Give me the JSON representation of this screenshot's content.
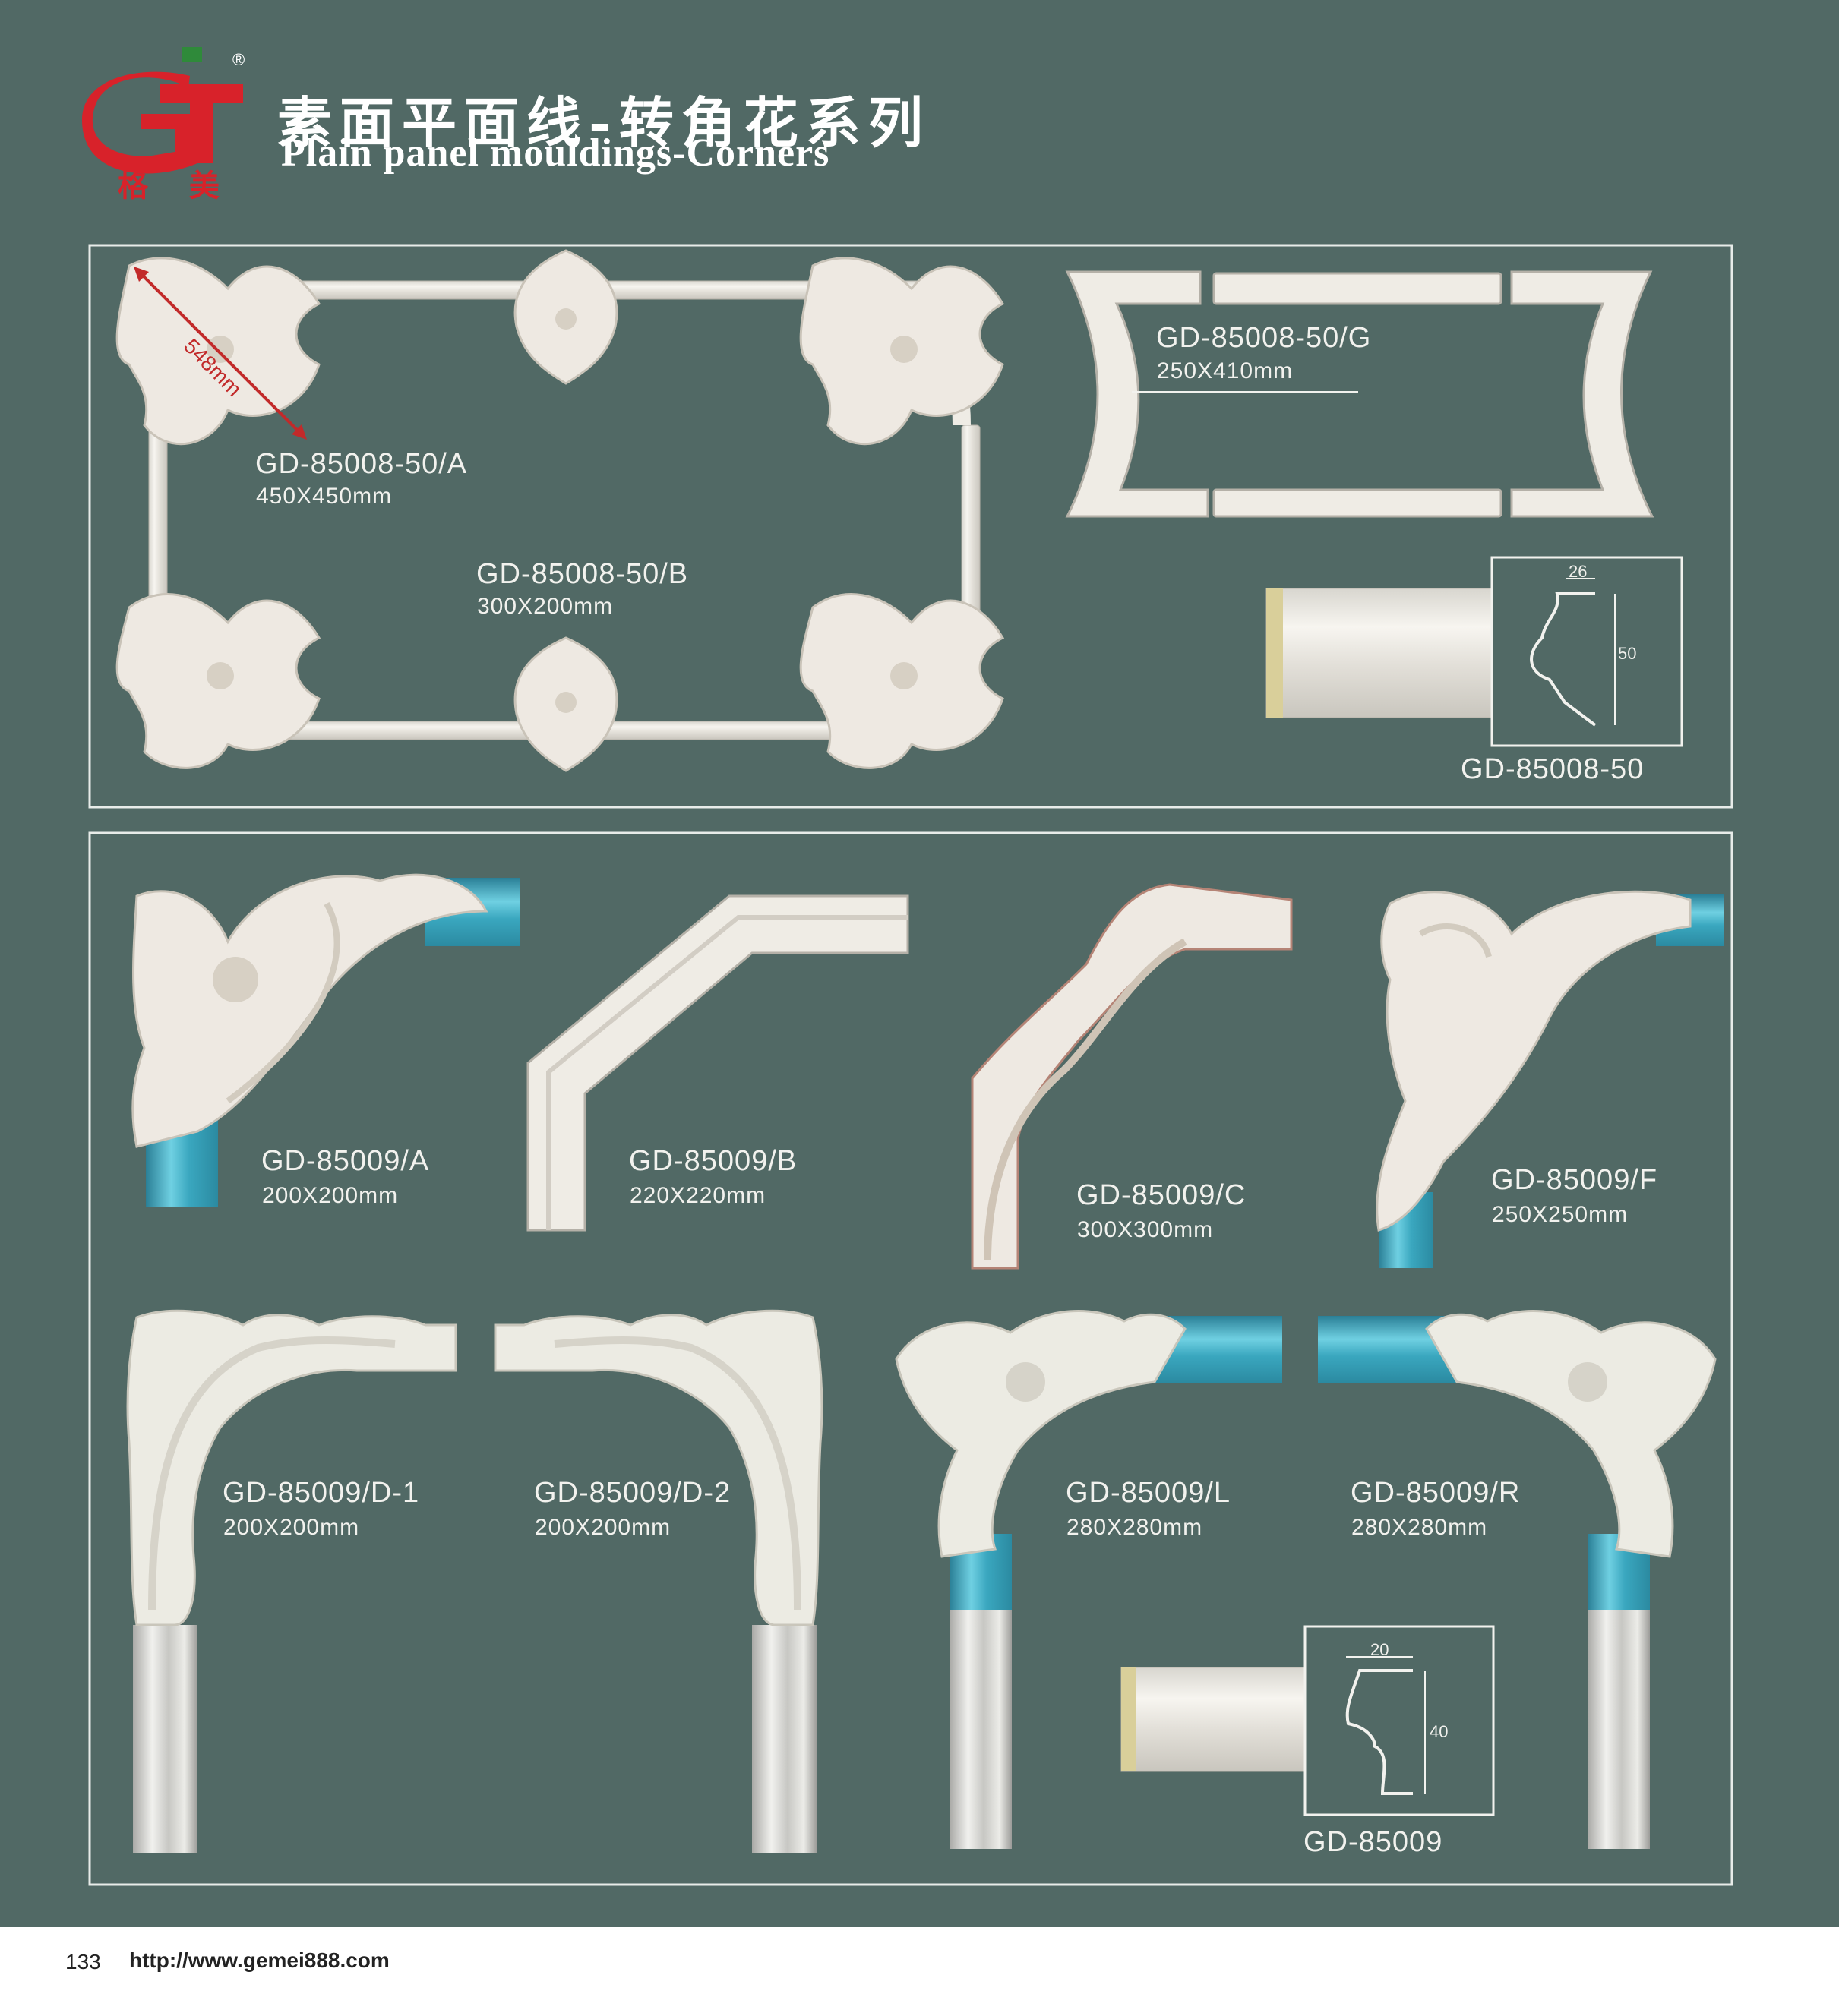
{
  "header": {
    "title_cn": "素面平面线-转角花系列",
    "title_en": "Plain panel mouldings-Corners",
    "logo_chars": "格 美",
    "registered_mark": "®"
  },
  "set_85008": {
    "diagonal_label": "548mm",
    "a": {
      "code": "GD-85008-50/A",
      "size": "450X450mm"
    },
    "b": {
      "code": "GD-85008-50/B",
      "size": "300X200mm"
    },
    "g": {
      "code": "GD-85008-50/G",
      "size": "250X410mm"
    },
    "profile": {
      "code": "GD-85008-50",
      "width": "26",
      "height": "50"
    }
  },
  "set_85009": {
    "a": {
      "code": "GD-85009/A",
      "size": "200X200mm"
    },
    "b": {
      "code": "GD-85009/B",
      "size": "220X220mm"
    },
    "c": {
      "code": "GD-85009/C",
      "size": "300X300mm"
    },
    "f": {
      "code": "GD-85009/F",
      "size": "250X250mm"
    },
    "d1": {
      "code": "GD-85009/D-1",
      "size": "200X200mm"
    },
    "d2": {
      "code": "GD-85009/D-2",
      "size": "200X200mm"
    },
    "l": {
      "code": "GD-85009/L",
      "size": "280X280mm"
    },
    "r": {
      "code": "GD-85009/R",
      "size": "280X280mm"
    },
    "profile": {
      "code": "GD-85009",
      "width": "20",
      "height": "40"
    }
  },
  "footer": {
    "page_number": "133",
    "url": "http://www.gemei888.com"
  },
  "colors": {
    "background": "#516965",
    "ornament": "#ece7df",
    "blue_moulding": "#3fa4b8",
    "logo_red": "#d8222a",
    "logo_green": "#2f8a3a"
  }
}
